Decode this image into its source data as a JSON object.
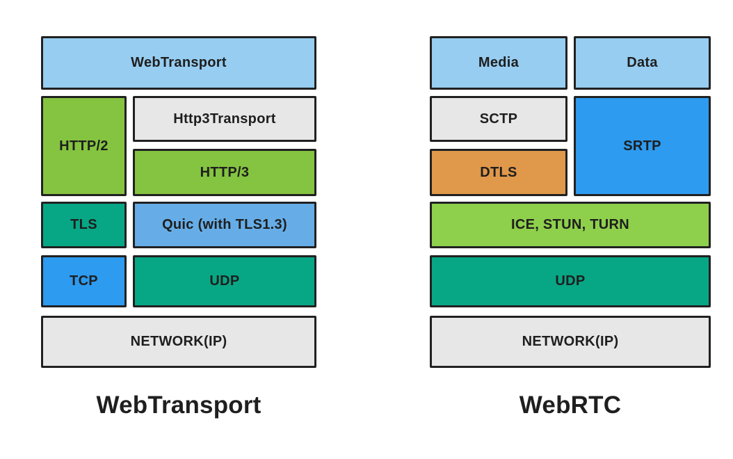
{
  "palette": {
    "light_blue": "#97cdf1",
    "green": "#85c440",
    "green_bright": "#8ed04b",
    "teal": "#07a785",
    "blue": "#2d9bf0",
    "quic_blue": "#66ade7",
    "orange": "#e0984a",
    "gray": "#e7e7e7",
    "border": "#212121",
    "text": "#1e1e1e"
  },
  "stacks": [
    {
      "title": "WebTransport",
      "boxes": {
        "webtransport": "WebTransport",
        "http2": "HTTP/2",
        "http3transport": "Http3Transport",
        "http3": "HTTP/3",
        "tls": "TLS",
        "quic": "Quic (with TLS1.3)",
        "tcp": "TCP",
        "udp": "UDP",
        "network": "NETWORK(IP)"
      }
    },
    {
      "title": "WebRTC",
      "boxes": {
        "media": "Media",
        "data": "Data",
        "sctp": "SCTP",
        "srtp": "SRTP",
        "dtls": "DTLS",
        "ice": "ICE, STUN, TURN",
        "udp": "UDP",
        "network": "NETWORK(IP)"
      }
    }
  ]
}
